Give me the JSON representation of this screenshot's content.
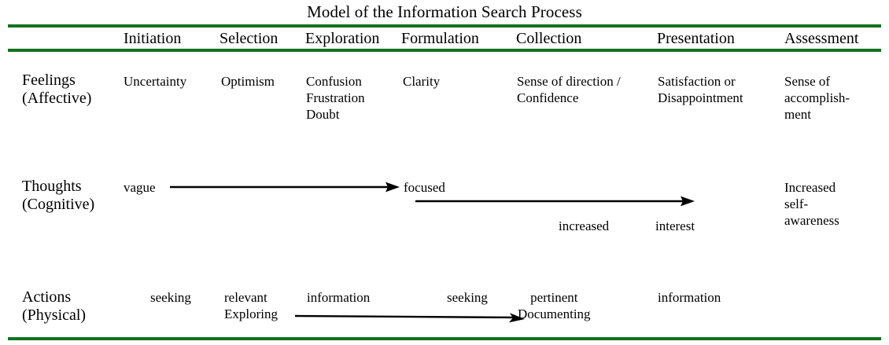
{
  "title": "Model of the Information Search Process",
  "colors": {
    "rule_green": "#14711f",
    "text": "#000000",
    "background": "#ffffff"
  },
  "columns": [
    {
      "label": "Initiation"
    },
    {
      "label": "Selection"
    },
    {
      "label": "Exploration"
    },
    {
      "label": "Formulation"
    },
    {
      "label": "Collection"
    },
    {
      "label": "Presentation"
    },
    {
      "label": "Assessment"
    }
  ],
  "rows": [
    {
      "label": "Feelings\n(Affective)",
      "cells": [
        "Uncertainty",
        "Optimism",
        "Confusion\nFrustration\nDoubt",
        "Clarity",
        "Sense of direction /\nConfidence",
        "Satisfaction or\nDisappointment",
        "Sense of\naccomplish-\nment"
      ]
    },
    {
      "label": "Thoughts\n(Cognitive)",
      "cells": [
        "vague",
        "",
        "",
        "focused",
        "",
        "",
        "Increased\nself-\nawareness"
      ],
      "annotations": [
        "increased",
        "interest"
      ]
    },
    {
      "label": "Actions\n(Physical)",
      "cells": [
        "seeking",
        "relevant\nExploring",
        "information",
        "seeking",
        "pertinent\nDocumenting",
        "information",
        ""
      ]
    }
  ],
  "arrows": [
    {
      "name": "vague-to-focused-arrow"
    },
    {
      "name": "focused-onward-arrow"
    },
    {
      "name": "exploring-to-documenting-arrow"
    }
  ]
}
